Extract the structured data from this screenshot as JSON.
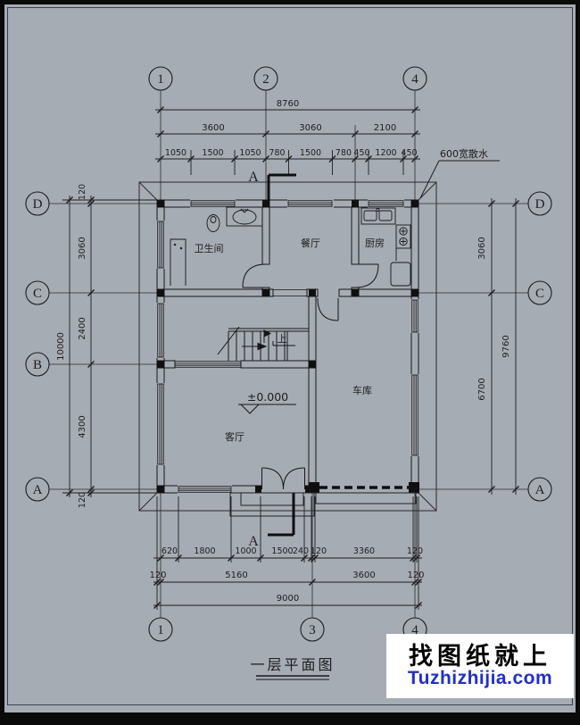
{
  "drawing": {
    "title": "一层平面图",
    "apron_label": "600宽散水",
    "level_label": "±0.000",
    "stair_up_label": "上",
    "section_label": "A",
    "rooms": {
      "bathroom": "卫生间",
      "dining": "餐厅",
      "kitchen": "厨房",
      "living": "客厅",
      "garage": "车库"
    },
    "grid": {
      "top": [
        "1",
        "2",
        "4"
      ],
      "bottom": [
        "1",
        "3",
        "4"
      ],
      "left": [
        "D",
        "C",
        "B",
        "A"
      ],
      "right": [
        "D",
        "C",
        "A"
      ]
    },
    "dims": {
      "top_row1": "8760",
      "top_row2": [
        "3600",
        "3060",
        "2100"
      ],
      "top_row3": [
        "1050",
        "1500",
        "1050",
        "780",
        "1500",
        "780",
        "450",
        "1200",
        "450"
      ],
      "left_inner": [
        "120",
        "3060",
        "2400",
        "4300",
        "120"
      ],
      "left_outer": "10000",
      "right_inner": [
        "3060",
        "6700"
      ],
      "right_outer": "9760",
      "bottom_row1": [
        "620",
        "1800",
        "1000",
        "1500",
        "240",
        "120",
        "3360",
        "120"
      ],
      "bottom_row2": [
        "120",
        "5160",
        "3600",
        "120"
      ],
      "bottom_row3": "9000"
    }
  },
  "watermark": {
    "line1": "找图纸就上",
    "line2": "Tuzhizhijia.com",
    "accent_color": "#2130c8"
  },
  "colors": {
    "background": "#a6acb3",
    "line": "#1d1d1d"
  }
}
